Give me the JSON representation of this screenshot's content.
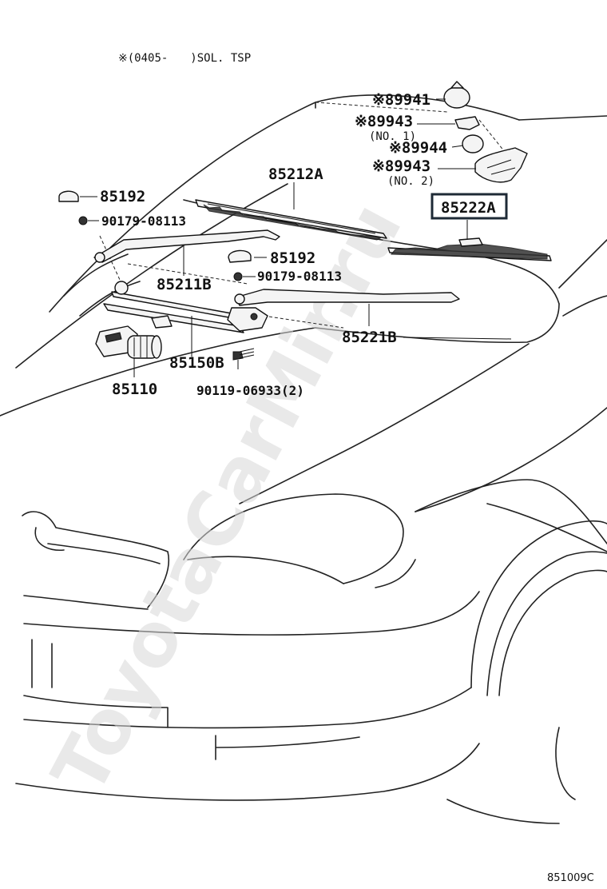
{
  "note": {
    "text": "※(0405-　　)SOL. TSP"
  },
  "labels": {
    "p89941": "※89941",
    "p89943_1": "※89943",
    "p89943_1_sub": "(NO. 1)",
    "p89944": "※89944",
    "p89943_2": "※89943",
    "p89943_2_sub": "(NO. 2)",
    "p85212A": "85212A",
    "p85222A": "85222A",
    "p85192_a": "85192",
    "p90179_a": "90179-08113",
    "p85192_b": "85192",
    "p85211B": "85211B",
    "p90179_b": "90179-08113",
    "p85221B": "85221B",
    "p85150B": "85150B",
    "p85110": "85110",
    "p90119": "90119-06933(2)"
  },
  "watermark": "ToyotaCarMir.ru",
  "diagram_code": "851009C"
}
